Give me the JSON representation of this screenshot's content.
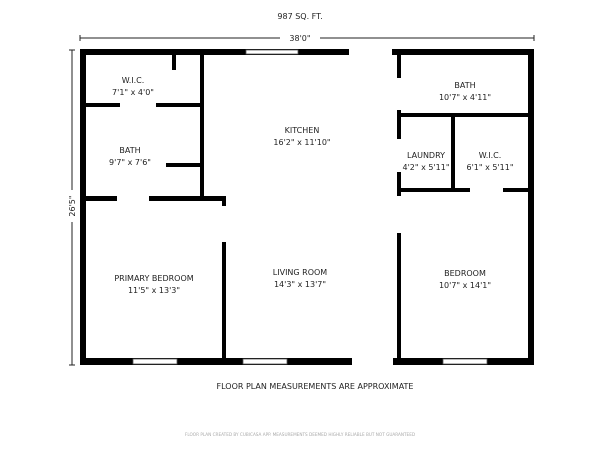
{
  "header": {
    "area": "987 SQ. FT."
  },
  "dimensions": {
    "width": "38'0\"",
    "depth": "26'5\""
  },
  "rooms": {
    "wic_left": {
      "name": "W.I.C.",
      "size": "7'1\" x 4'0\""
    },
    "bath_left": {
      "name": "BATH",
      "size": "9'7\" x 7'6\""
    },
    "kitchen": {
      "name": "KITCHEN",
      "size": "16'2\" x 11'10\""
    },
    "primary_bedroom": {
      "name": "PRIMARY BEDROOM",
      "size": "11'5\" x 13'3\""
    },
    "living_room": {
      "name": "LIVING ROOM",
      "size": "14'3\" x 13'7\""
    },
    "bath_right": {
      "name": "BATH",
      "size": "10'7\" x 4'11\""
    },
    "laundry": {
      "name": "LAUNDRY",
      "size": "4'2\" x 5'11\""
    },
    "wic_right": {
      "name": "W.I.C.",
      "size": "6'1\" x 5'11\""
    },
    "bedroom": {
      "name": "BEDROOM",
      "size": "10'7\" x 14'1\""
    }
  },
  "notes": {
    "disclaimer": "FLOOR PLAN MEASUREMENTS ARE APPROXIMATE",
    "credit": "FLOOR PLAN CREATED BY CUBICASA APP. MEASUREMENTS DEEMED HIGHLY RELIABLE BUT NOT GUARANTEED"
  },
  "colors": {
    "wall": "#000000",
    "text": "#222222",
    "credit": "#aaaaaa"
  }
}
